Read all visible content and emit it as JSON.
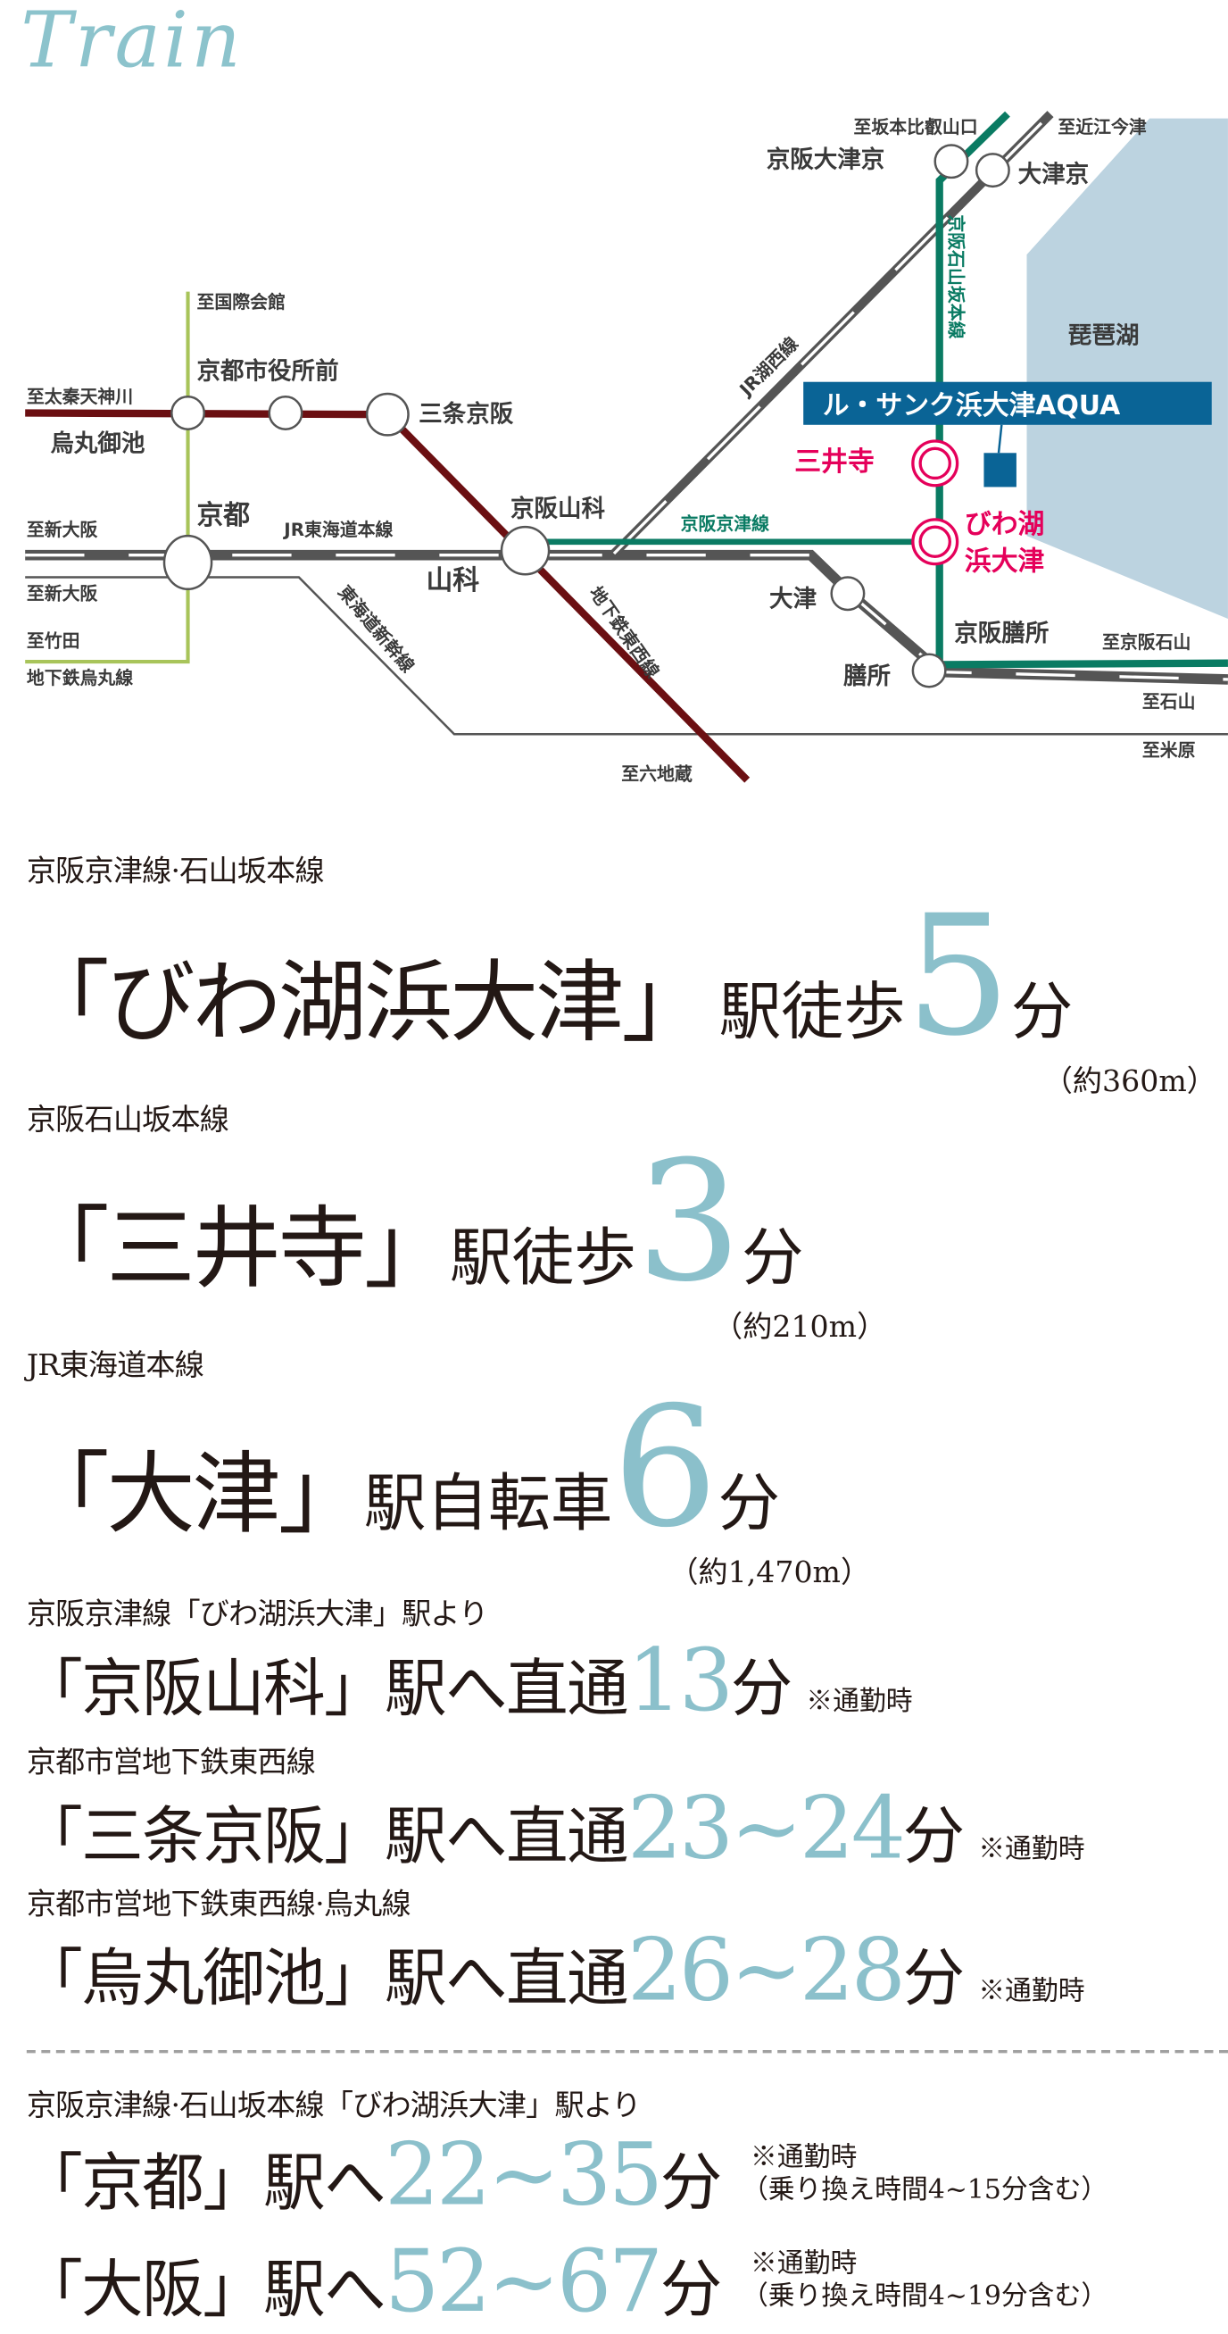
{
  "title": "Train",
  "map": {
    "lake": "琵琶湖",
    "property": "ル・サンク浜大津AQUA",
    "lines": {
      "kosei": "JR湖西線",
      "tokaido": "JR東海道本線",
      "keishin": "京阪京津線",
      "ishiyama": "京阪石山坂本線",
      "tozai": "地下鉄東西線",
      "shinkansen": "東海道新幹線",
      "karasuma": "地下鉄烏丸線"
    },
    "stations": {
      "keihan_otsukyo": "京阪大津京",
      "otsukyo": "大津京",
      "shiyakusho": "京都市役所前",
      "sanjo": "三条京阪",
      "karasuma_oike": "烏丸御池",
      "kyoto": "京都",
      "yamashina": "山科",
      "keihan_yamashina": "京阪山科",
      "miidera": "三井寺",
      "biwako": "びわ湖",
      "hamaotsu": "浜大津",
      "otsu": "大津",
      "zeze": "膳所",
      "keihan_zeze": "京阪膳所"
    },
    "dirs": {
      "sakamoto": "至坂本比叡山口",
      "omiimazu": "至近江今津",
      "kokusai": "至国際会館",
      "uzumasa": "至太秦天神川",
      "shinosaka1": "至新大阪",
      "shinosaka2": "至新大阪",
      "takeda": "至竹田",
      "ishiyamadera": "至京阪石山",
      "ishiyama": "至石山",
      "maibara": "至米原",
      "rokujizo": "至六地蔵"
    },
    "colors": {
      "keihan": "#0a7b63",
      "tozai": "#6b0f12",
      "karasuma": "#a8c45a",
      "jr": "#4a4a4a",
      "lake": "#bcd3e0",
      "property": "#0a6496",
      "accent": "#e5005a"
    }
  },
  "access": [
    {
      "line": "京阪京津線·石山坂本線",
      "station": "「びわ湖浜大津」",
      "mode": "駅徒歩",
      "minutes": "5",
      "unit": "分",
      "distance": "（約360m）"
    },
    {
      "line": "京阪石山坂本線",
      "station": "「三井寺」",
      "mode": "駅徒歩",
      "minutes": "3",
      "unit": "分",
      "distance": "（約210m）"
    },
    {
      "line": "JR東海道本線",
      "station": "「大津」",
      "mode": "駅自転車",
      "minutes": "6",
      "unit": "分",
      "distance": "（約1,470m）"
    }
  ],
  "direct": [
    {
      "line": "京阪京津線「びわ湖浜大津」駅より",
      "station": "「京阪山科」",
      "mode": "駅へ直通",
      "minutes": "13",
      "unit": "分",
      "note": "※通勤時"
    },
    {
      "line": "京都市営地下鉄東西線",
      "station": "「三条京阪」",
      "mode": "駅へ直通",
      "minutes": "23~24",
      "unit": "分",
      "note": "※通勤時"
    },
    {
      "line": "京都市営地下鉄東西線·烏丸線",
      "station": "「烏丸御池」",
      "mode": "駅へ直通",
      "minutes": "26~28",
      "unit": "分",
      "note": "※通勤時"
    }
  ],
  "transfer": {
    "line": "京阪京津線·石山坂本線「びわ湖浜大津」駅より",
    "rows": [
      {
        "station": "「京都」",
        "mode": "駅へ",
        "minutes": "22~35",
        "unit": "分",
        "note": "※通勤時",
        "detail": "（乗り換え時間4~15分含む）"
      },
      {
        "station": "「大阪」",
        "mode": "駅へ",
        "minutes": "52~67",
        "unit": "分",
        "note": "※通勤時",
        "detail": "（乗り換え時間4~19分含む）"
      }
    ]
  }
}
